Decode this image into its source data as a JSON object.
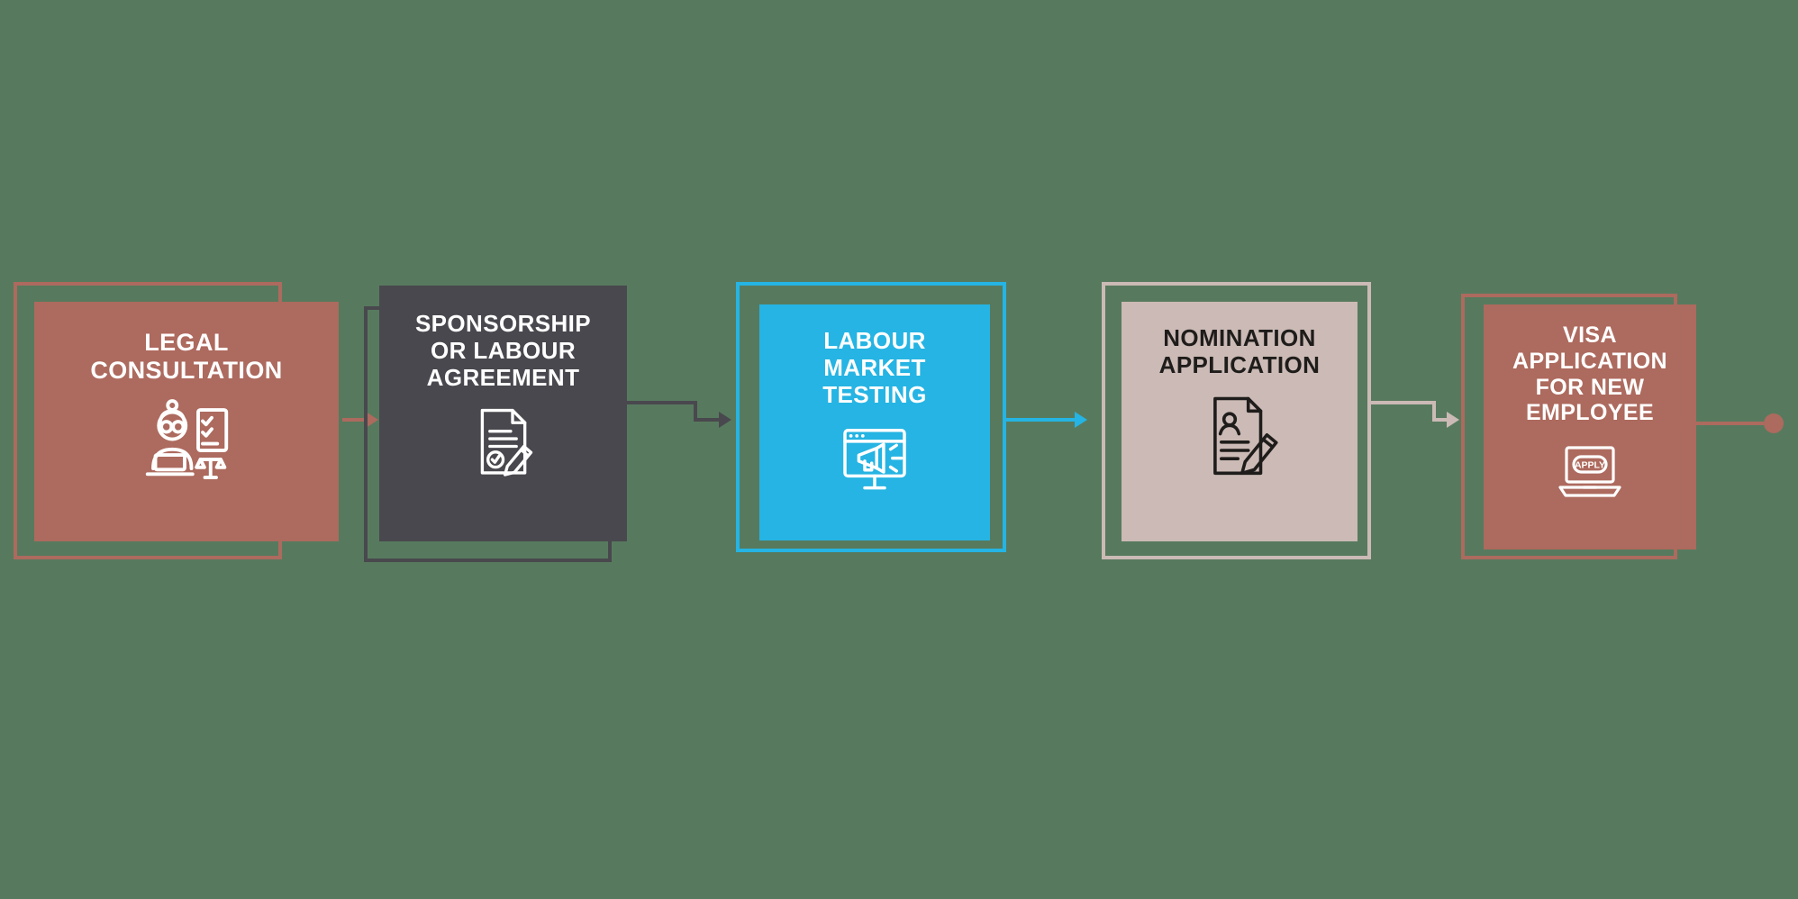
{
  "background": "#577a5e",
  "steps": [
    {
      "title": "LEGAL CONSULTATION",
      "fill": "#ad6a5e",
      "text_color": "#ffffff",
      "icon": "legal-consultation"
    },
    {
      "title": "SPONSORSHIP OR LABOUR AGREEMENT",
      "fill": "#49484e",
      "text_color": "#ffffff",
      "icon": "agreement-document"
    },
    {
      "title": "LABOUR MARKET TESTING",
      "fill": "#25b4e3",
      "text_color": "#ffffff",
      "icon": "market-announcement"
    },
    {
      "title": "NOMINATION APPLICATION",
      "fill": "#cbbab5",
      "text_color": "#1f1d1b",
      "icon": "nomination-document"
    },
    {
      "title": "VISA APPLICATION FOR NEW EMPLOYEE",
      "fill": "#ad6a5e",
      "text_color": "#ffffff",
      "icon": "laptop-apply",
      "icon_label": "APPLY"
    }
  ],
  "connectors": [
    {
      "from": "step-1",
      "to": "step-2",
      "color": "#ad6a5e"
    },
    {
      "from": "step-2",
      "to": "step-3",
      "color": "#49484e"
    },
    {
      "from": "step-3",
      "to": "step-4",
      "color": "#25b4e3"
    },
    {
      "from": "step-4",
      "to": "step-5",
      "color": "#cbbab5"
    },
    {
      "from": "step-5",
      "to": "end",
      "color": "#ad6a5e"
    }
  ],
  "terminal_dot_color": "#ad6a5e"
}
